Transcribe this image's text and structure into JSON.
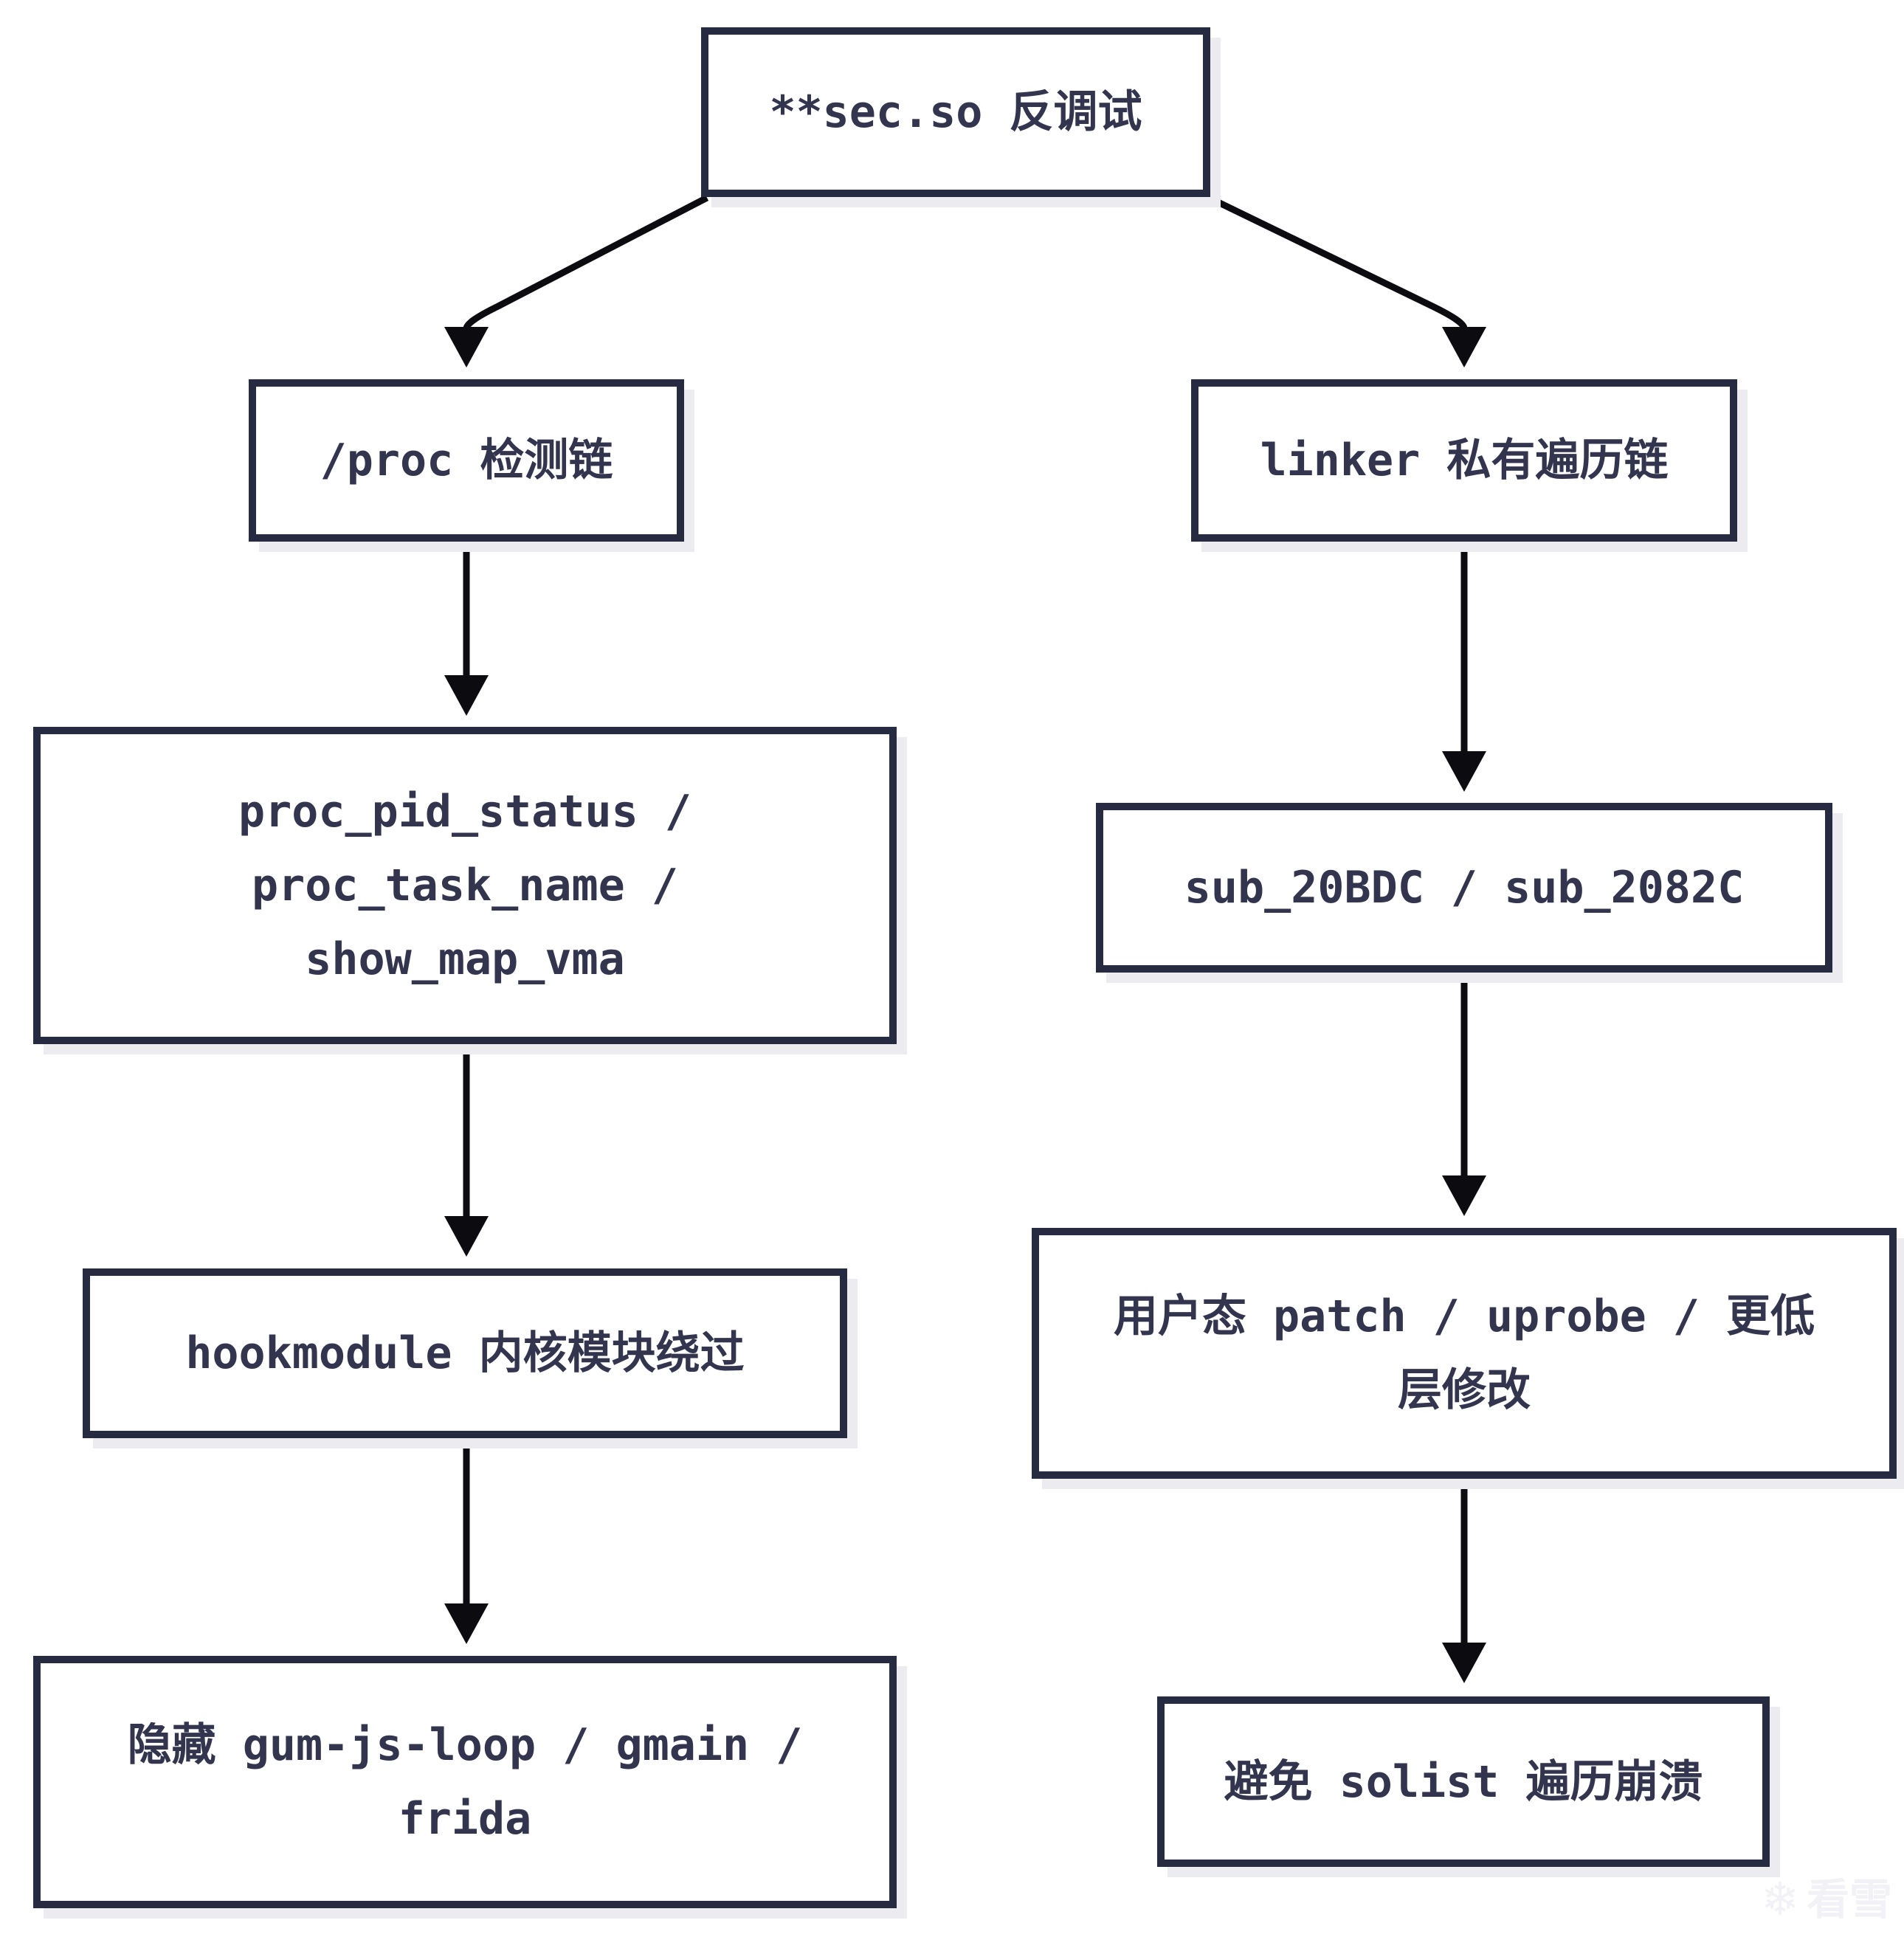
{
  "diagram": {
    "root": {
      "label": "**sec.so 反调试"
    },
    "left": {
      "n1": {
        "label": "/proc 检测链"
      },
      "n2": {
        "lines": [
          "proc_pid_status /",
          "proc_task_name /",
          "show_map_vma"
        ]
      },
      "n3": {
        "label": "hookmodule 内核模块绕过"
      },
      "n4": {
        "lines": [
          "隐藏 gum-js-loop / gmain /",
          "frida"
        ]
      }
    },
    "right": {
      "n1": {
        "label": "linker 私有遍历链"
      },
      "n2": {
        "label": "sub_20BDC / sub_2082C"
      },
      "n3": {
        "lines": [
          "用户态 patch / uprobe / 更低",
          "层修改"
        ]
      },
      "n4": {
        "label": "避免 solist 遍历崩溃"
      }
    },
    "watermark": {
      "icon": "❄",
      "text": "看雪"
    },
    "colors": {
      "background": "#ffffff",
      "box_fill": "#ffffff",
      "box_border": "#272b42",
      "box_shadow": "#ececf0",
      "text": "#33354f",
      "arrow": "#0b0b10",
      "watermark": "#f2f2f6"
    }
  }
}
